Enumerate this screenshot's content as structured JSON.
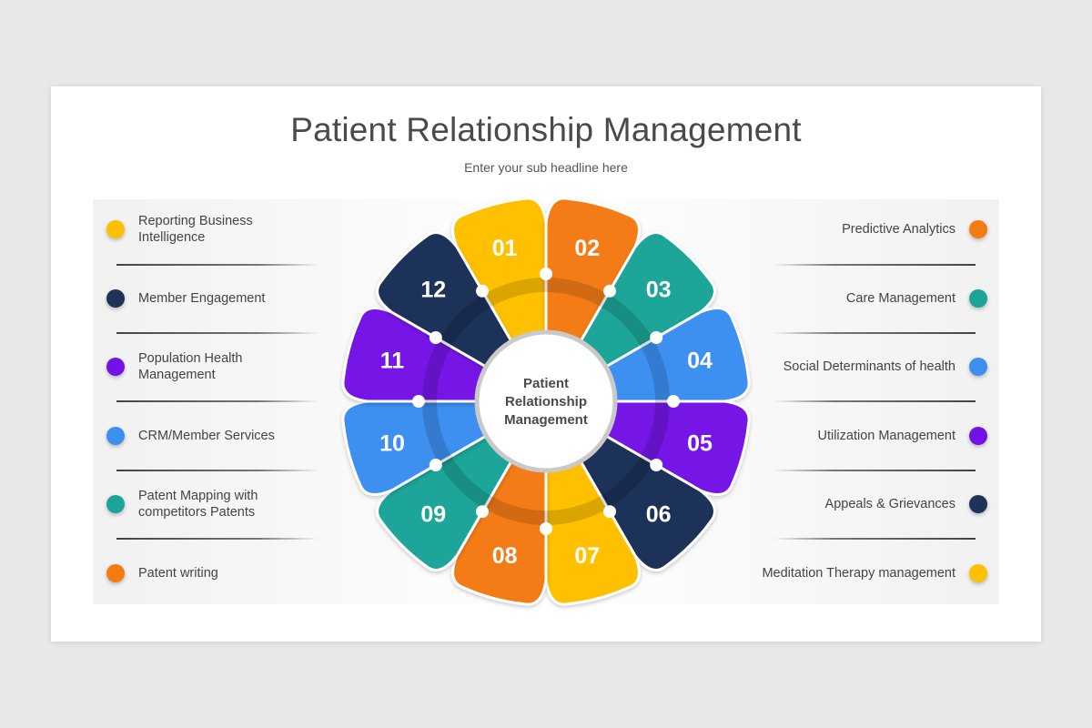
{
  "header": {
    "title": "Patient Relationship Management",
    "subtitle": "Enter your sub headline here"
  },
  "center_label": "Patient Relationship Management",
  "colors": {
    "yellow": "#ffc000",
    "orange": "#f47b12",
    "teal": "#1aa598",
    "blue": "#3c8ff0",
    "purple": "#7412e6",
    "navy": "#1f3358"
  },
  "segments": [
    {
      "number": "01",
      "color": "#ffc000"
    },
    {
      "number": "02",
      "color": "#f47b12"
    },
    {
      "number": "03",
      "color": "#1aa598"
    },
    {
      "number": "04",
      "color": "#3c8ff0"
    },
    {
      "number": "05",
      "color": "#7412e6"
    },
    {
      "number": "06",
      "color": "#1f3358"
    },
    {
      "number": "07",
      "color": "#ffc000"
    },
    {
      "number": "08",
      "color": "#f47b12"
    },
    {
      "number": "09",
      "color": "#1aa598"
    },
    {
      "number": "10",
      "color": "#3c8ff0"
    },
    {
      "number": "11",
      "color": "#7412e6"
    },
    {
      "number": "12",
      "color": "#1f3358"
    }
  ],
  "left_items": [
    {
      "label": "Reporting Business Intelligence",
      "color": "#ffc000"
    },
    {
      "label": "Member Engagement",
      "color": "#1f3358"
    },
    {
      "label": "Population Health Management",
      "color": "#7412e6"
    },
    {
      "label": "CRM/Member Services",
      "color": "#3c8ff0"
    },
    {
      "label": "Patent Mapping with competitors Patents",
      "color": "#1aa598"
    },
    {
      "label": "Patent writing",
      "color": "#f47b12"
    }
  ],
  "right_items": [
    {
      "label": "Predictive Analytics",
      "color": "#f47b12"
    },
    {
      "label": "Care Management",
      "color": "#1aa598"
    },
    {
      "label": "Social Determinants of health",
      "color": "#3c8ff0"
    },
    {
      "label": "Utilization Management",
      "color": "#7412e6"
    },
    {
      "label": "Appeals & Grievances",
      "color": "#1f3358"
    },
    {
      "label": "Meditation Therapy management",
      "color": "#ffc000"
    }
  ]
}
